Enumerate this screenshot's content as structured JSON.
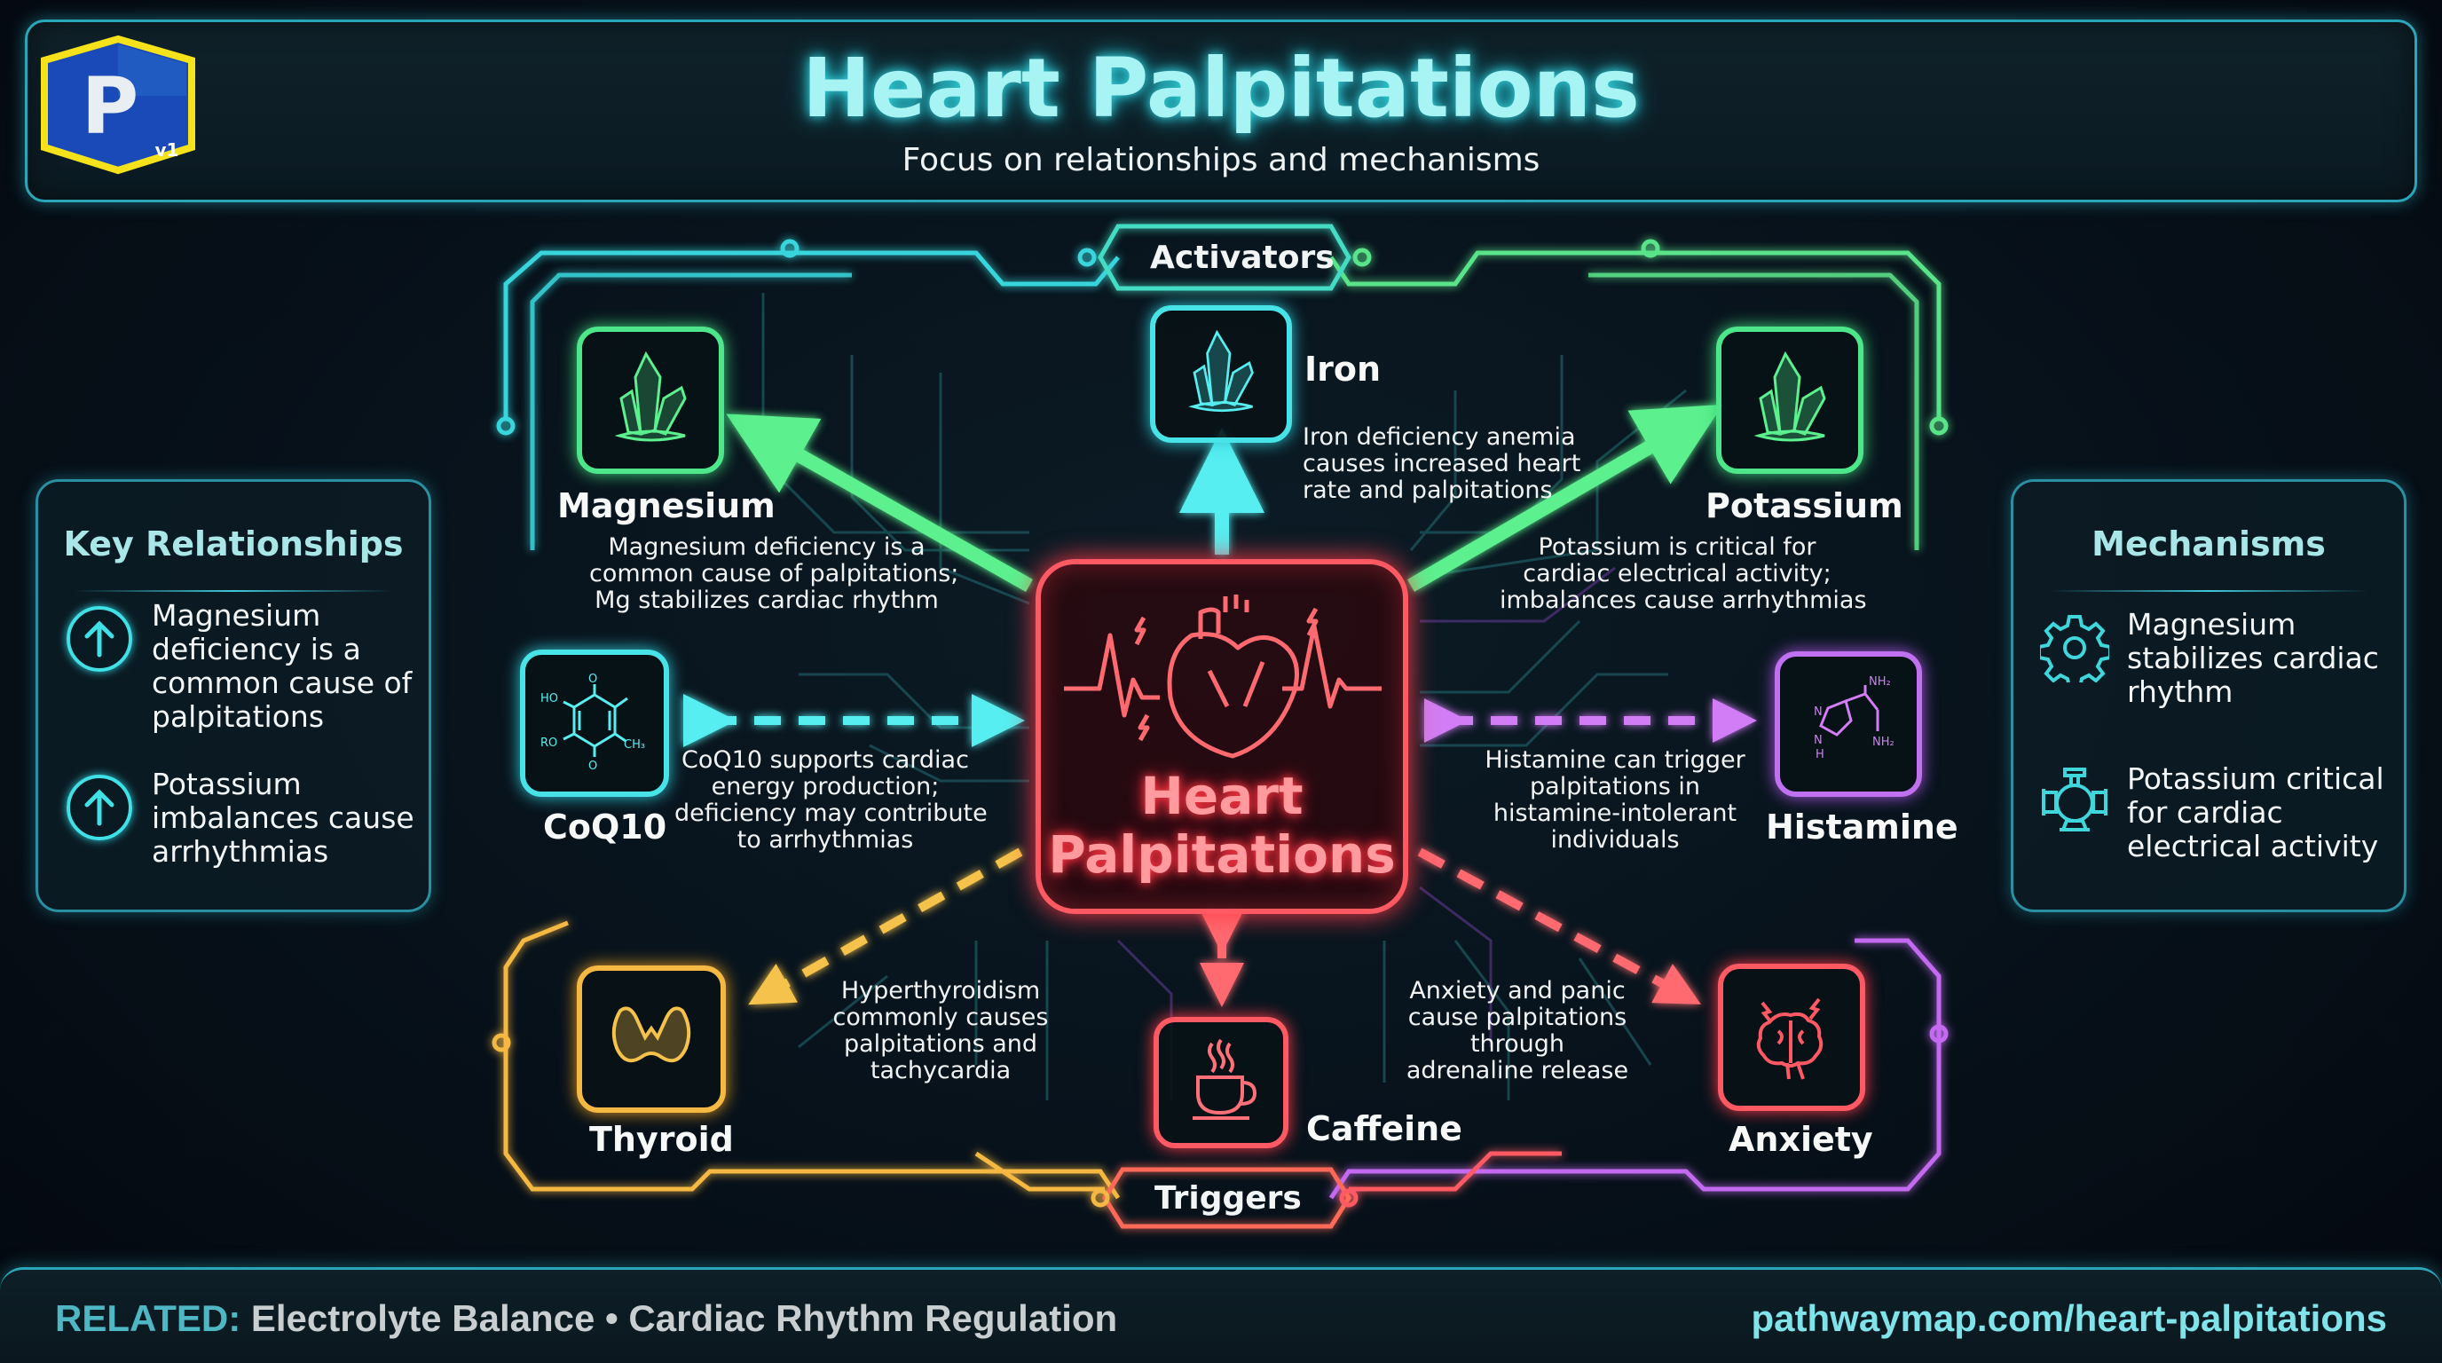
{
  "header": {
    "title": "Heart Palpitations",
    "subtitle": "Focus on relationships and mechanisms",
    "logo": {
      "letter": "P",
      "version": "v1"
    }
  },
  "groups": {
    "activators": "Activators",
    "triggers": "Triggers"
  },
  "center": {
    "title_line1": "Heart",
    "title_line2": "Palpitations",
    "icon": "heart-ecg-icon",
    "color": "#ff5a64"
  },
  "nodes": {
    "magnesium": {
      "label": "Magnesium",
      "icon": "crystal-icon",
      "color": "#4ee68a",
      "desc": [
        "Magnesium deficiency is a",
        "common cause of palpitations;",
        "Mg stabilizes cardiac rhythm"
      ]
    },
    "iron": {
      "label": "Iron",
      "icon": "crystal-icon",
      "color": "#48e3e6",
      "desc": [
        "Iron deficiency anemia",
        "causes increased heart",
        "rate and palpitations"
      ]
    },
    "potassium": {
      "label": "Potassium",
      "icon": "crystal-icon",
      "color": "#4ee68a",
      "desc": [
        "Potassium is critical for",
        "cardiac electrical activity;",
        "imbalances cause arrhythmias"
      ]
    },
    "coq10": {
      "label": "CoQ10",
      "icon": "molecule-icon",
      "color": "#48e3e6",
      "desc": [
        "CoQ10 supports cardiac",
        "energy production;",
        "deficiency may contribute",
        "to arrhythmias"
      ],
      "structure_labels": [
        "HO",
        "RO",
        "CH3",
        "O",
        "O"
      ]
    },
    "histamine": {
      "label": "Histamine",
      "icon": "molecule-icon",
      "color": "#c071f0",
      "desc": [
        "Histamine can trigger",
        "palpitations in",
        "histamine-intolerant",
        "individuals"
      ],
      "structure_labels": [
        "NH2",
        "NH2",
        "N",
        "N",
        "H"
      ]
    },
    "thyroid": {
      "label": "Thyroid",
      "icon": "thyroid-icon",
      "color": "#f5b843",
      "desc": [
        "Hyperthyroidism",
        "commonly causes",
        "palpitations and",
        "tachycardia"
      ]
    },
    "caffeine": {
      "label": "Caffeine",
      "icon": "coffee-cup-icon",
      "color": "#ff5a64"
    },
    "anxiety": {
      "label": "Anxiety",
      "icon": "brain-icon",
      "color": "#ff5a64",
      "desc": [
        "Anxiety and panic",
        "cause palpitations",
        "through",
        "adrenaline release"
      ]
    }
  },
  "key_relationships": {
    "title": "Key Relationships",
    "items": [
      {
        "icon": "arrow-up-circle-icon",
        "lines": [
          "Magnesium",
          "deficiency is a",
          "common cause of",
          "palpitations"
        ]
      },
      {
        "icon": "arrow-up-circle-icon",
        "lines": [
          "Potassium",
          "imbalances cause",
          "arrhythmias"
        ]
      }
    ]
  },
  "mechanisms": {
    "title": "Mechanisms",
    "items": [
      {
        "icon": "gear-icon",
        "lines": [
          "Magnesium",
          "stabilizes cardiac",
          "rhythm"
        ]
      },
      {
        "icon": "pump-icon",
        "lines": [
          "Potassium critical",
          "for cardiac",
          "electrical activity"
        ]
      }
    ]
  },
  "footer": {
    "related_label": "RELATED:",
    "related_items": "Electrolyte Balance • Cardiac Rhythm Regulation",
    "url": "pathwaymap.com/heart-palpitations"
  }
}
